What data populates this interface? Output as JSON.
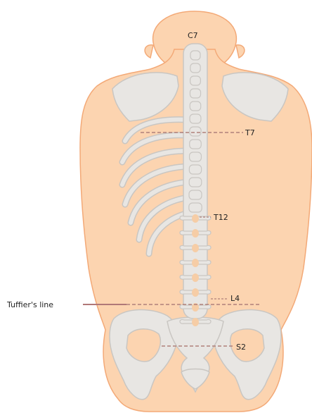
{
  "labels": {
    "c7": "C7",
    "t7": "T7",
    "t12": "T12",
    "l4": "L4",
    "s2": "S2",
    "tuffier": "Tuffier's line"
  },
  "colors": {
    "skin_fill": "#fcd4b0",
    "skin_outline": "#f3a977",
    "bone_fill": "#e8e6e3",
    "bone_outline": "#c9c6c2",
    "disc": "#f6cda6",
    "dashed_line": "#b0807a",
    "leader_line": "#b07878",
    "text": "#222222"
  }
}
